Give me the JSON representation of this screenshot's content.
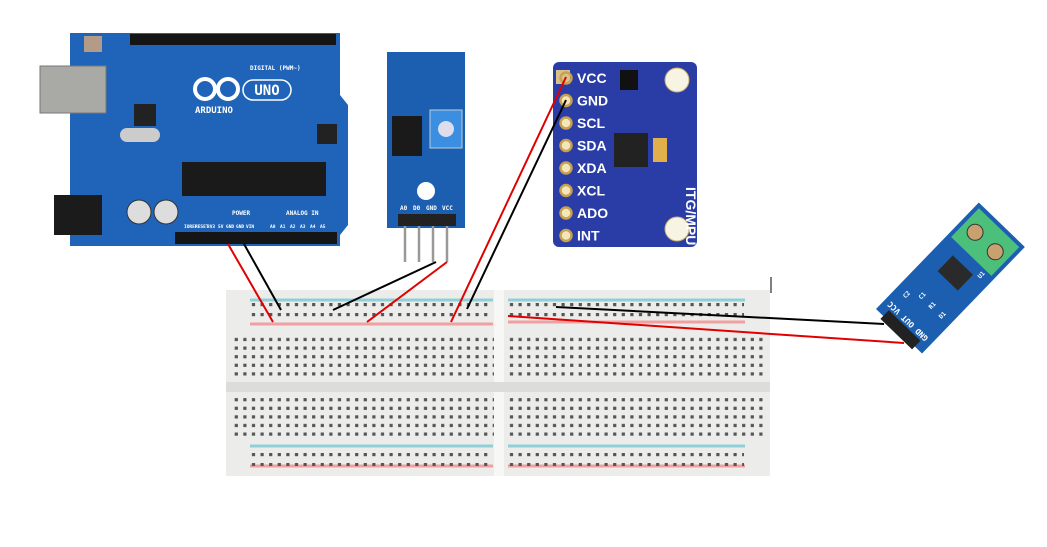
{
  "arduino": {
    "brand": "ARDUINO",
    "model": "UNO",
    "digital_label": "DIGITAL (PWM~)",
    "power_label": "POWER",
    "analog_label": "ANALOG IN",
    "power_pins": [
      "IOREF",
      "RESET",
      "3V3",
      "5V",
      "GND",
      "GND",
      "VIN"
    ],
    "analog_pins": [
      "A0",
      "A1",
      "A2",
      "A3",
      "A4",
      "A5"
    ]
  },
  "ir_sensor": {
    "pins": [
      "A0",
      "D0",
      "GND",
      "VCC"
    ]
  },
  "mpu": {
    "title": "ITG/MPU",
    "pins": [
      "VCC",
      "GND",
      "SCL",
      "SDA",
      "XDA",
      "XCL",
      "ADO",
      "INT"
    ]
  },
  "current_sensor": {
    "pins_label": "GND OUT VCC",
    "components": [
      "C2",
      "C1",
      "R1",
      "D1",
      "U1"
    ]
  },
  "colors": {
    "arduino_pcb": "#1f64b8",
    "mpu_pcb": "#2a3ca6",
    "module_pcb": "#1c5fb0",
    "wire_power": "#e00000",
    "wire_ground": "#000000",
    "rail_red": "#f0a0a0",
    "rail_blue": "#8fd0d8"
  }
}
